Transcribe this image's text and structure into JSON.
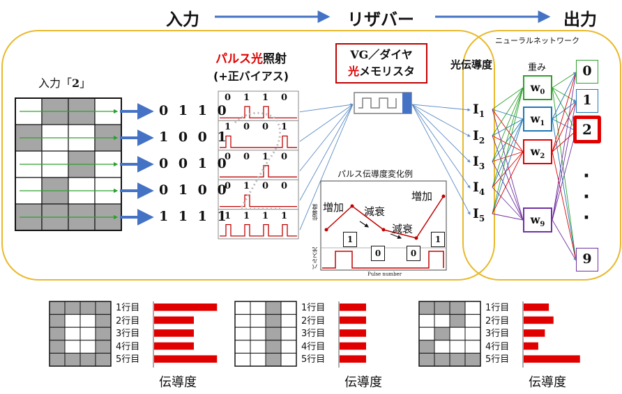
{
  "header": {
    "input": "入力",
    "reservoir": "リザバー",
    "output": "出力"
  },
  "input_section": {
    "title_prefix": "入力「",
    "title_digit": "2",
    "title_suffix": "」",
    "grid": [
      [
        0,
        1,
        1,
        0
      ],
      [
        1,
        0,
        0,
        1
      ],
      [
        0,
        0,
        1,
        0
      ],
      [
        0,
        1,
        0,
        0
      ],
      [
        1,
        1,
        1,
        1
      ]
    ],
    "bit_rows": [
      "0 1 1 0",
      "1 0 0 1",
      "0 0 1 0",
      "0 1 0 0",
      "1 1 1 1"
    ]
  },
  "pulse_section": {
    "title_red": "パルス光",
    "title_black": "照射",
    "subtitle": "(+正バイアス)",
    "digits": [
      [
        "0",
        "1",
        "1",
        "0"
      ],
      [
        "1",
        "0",
        "0",
        "1"
      ],
      [
        "0",
        "0",
        "1",
        "0"
      ],
      [
        "0",
        "1",
        "0",
        "0"
      ],
      [
        "1",
        "1",
        "1",
        "1"
      ]
    ]
  },
  "device": {
    "line1": "VG／ダイヤ",
    "line2_red": "光",
    "line2_black": "メモリスタ"
  },
  "conductance_title": "光伝導度",
  "currents": [
    {
      "base": "I",
      "sub": "1"
    },
    {
      "base": "I",
      "sub": "2"
    },
    {
      "base": "I",
      "sub": "3"
    },
    {
      "base": "I",
      "sub": "4"
    },
    {
      "base": "I",
      "sub": "5"
    }
  ],
  "example_chart": {
    "title": "パルス伝導度変化例",
    "ylabel_top": "伝導度",
    "ylabel_bottom": "パルス光",
    "xlabel": "Pulse number",
    "labels": {
      "inc1": "増加",
      "dec1": "減衰",
      "dec2": "減衰",
      "inc2": "増加"
    },
    "pulse_boxes": [
      "1",
      "0",
      "0",
      "1"
    ]
  },
  "nn": {
    "title": "ニューラルネットワーク",
    "weights_label": "重み",
    "weights": [
      {
        "base": "w",
        "sub": "0"
      },
      {
        "base": "w",
        "sub": "1"
      },
      {
        "base": "w",
        "sub": "2"
      },
      {
        "base": "w",
        "sub": "9"
      }
    ],
    "outputs": [
      "0",
      "1",
      "2",
      "9"
    ],
    "dots": "·"
  },
  "bottom": {
    "row_labels": [
      "1行目",
      "2行目",
      "3行目",
      "4行目",
      "5行目"
    ],
    "conductance_label": "伝導度",
    "examples": [
      {
        "grid": [
          [
            1,
            1,
            1,
            1
          ],
          [
            1,
            0,
            0,
            1
          ],
          [
            1,
            0,
            0,
            1
          ],
          [
            1,
            0,
            0,
            1
          ],
          [
            1,
            1,
            1,
            1
          ]
        ],
        "bars": [
          0.95,
          0.6,
          0.6,
          0.6,
          0.95
        ]
      },
      {
        "grid": [
          [
            0,
            0,
            1,
            0
          ],
          [
            0,
            0,
            1,
            0
          ],
          [
            0,
            0,
            1,
            0
          ],
          [
            0,
            0,
            1,
            0
          ],
          [
            0,
            0,
            1,
            0
          ]
        ],
        "bars": [
          0.4,
          0.4,
          0.4,
          0.4,
          0.4
        ]
      },
      {
        "grid": [
          [
            1,
            1,
            1,
            0
          ],
          [
            0,
            0,
            1,
            0
          ],
          [
            0,
            1,
            0,
            0
          ],
          [
            1,
            0,
            0,
            0
          ],
          [
            1,
            1,
            1,
            1
          ]
        ],
        "bars": [
          0.38,
          0.45,
          0.32,
          0.22,
          0.85
        ]
      }
    ]
  },
  "colors": {
    "yellow_border": "#e8b92a",
    "arrow_blue": "#4472c4",
    "red": "#e00000",
    "cell_gray": "#a6a6a6",
    "green": "#2ca02c",
    "teal": "#1f77b4",
    "purple": "#7030a0"
  }
}
